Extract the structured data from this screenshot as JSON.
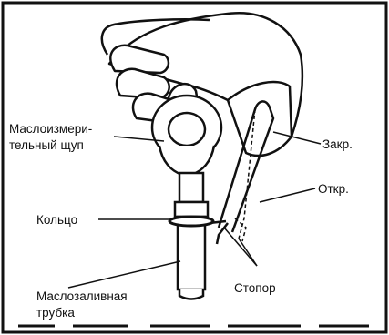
{
  "labels": {
    "dipstick_line1": "Маслоизмери-",
    "dipstick_line2": "тельный щуп",
    "closed": "Закр.",
    "open": "Откр.",
    "ring": "Кольцо",
    "filler_tube_line1": "Маслозаливная",
    "filler_tube_line2": "трубка",
    "stopper": "Стопор"
  },
  "colors": {
    "ink": "#111111",
    "background": "#ffffff"
  }
}
